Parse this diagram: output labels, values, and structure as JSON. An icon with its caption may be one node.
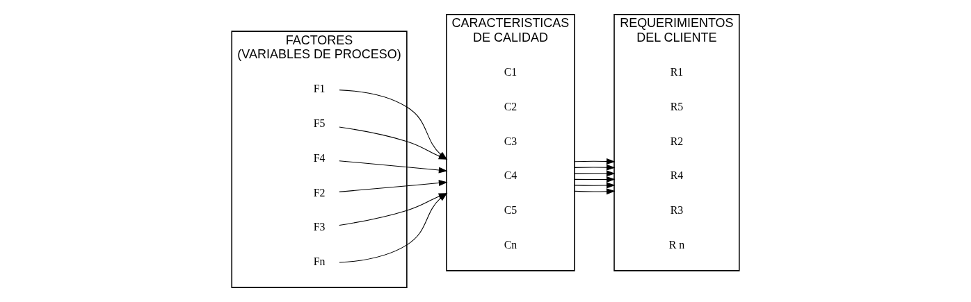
{
  "diagram": {
    "nodes": [
      {
        "text": [
          "FACTORES",
          "(VARIABLES DE PROCESO)"
        ]
      },
      {
        "text": [
          "F1"
        ],
        "in": 0
      },
      {
        "text": [
          "F5"
        ],
        "in": 0
      },
      {
        "text": [
          "F4"
        ],
        "in": 0
      },
      {
        "text": [
          "F2"
        ],
        "in": 0
      },
      {
        "text": [
          "F3"
        ],
        "in": 0
      },
      {
        "text": [
          "Fn"
        ],
        "in": 0
      },
      {
        "text": [
          "CARACTERISTICAS",
          "DE CALIDAD"
        ]
      },
      {
        "text": [
          "C1"
        ],
        "in": 7
      },
      {
        "text": [
          "C2"
        ],
        "in": 7
      },
      {
        "text": [
          "C3"
        ],
        "in": 7
      },
      {
        "text": [
          "C4"
        ],
        "in": 7
      },
      {
        "text": [
          "C5"
        ],
        "in": 7
      },
      {
        "text": [
          "Cn"
        ],
        "in": 7
      },
      {
        "text": [
          "REQUERIMIENTOS",
          "DEL CLIENTE"
        ]
      },
      {
        "text": [
          "R1"
        ],
        "in": 14
      },
      {
        "text": [
          "R5"
        ],
        "in": 14
      },
      {
        "text": [
          "R2"
        ],
        "in": 14
      },
      {
        "text": [
          "R4"
        ],
        "in": 14
      },
      {
        "text": [
          "R3"
        ],
        "in": 14
      },
      {
        "text": [
          "R n"
        ],
        "in": 14
      }
    ],
    "edges": [
      {
        "from": 1,
        "to": 7,
        "arrow": "to"
      },
      {
        "from": 2,
        "to": 7,
        "arrow": "to"
      },
      {
        "from": 3,
        "to": 7,
        "arrow": "to"
      },
      {
        "from": 4,
        "to": 7,
        "arrow": "to"
      },
      {
        "from": 5,
        "to": 7,
        "arrow": "to"
      },
      {
        "from": 6,
        "to": 7,
        "arrow": "to"
      },
      {
        "from": 7,
        "to": 14,
        "arrow": "to"
      },
      {
        "from": 7,
        "to": 14,
        "arrow": "to"
      },
      {
        "from": 7,
        "to": 14,
        "arrow": "to"
      },
      {
        "from": 7,
        "to": 14,
        "arrow": "to"
      },
      {
        "from": 7,
        "to": 14,
        "arrow": "to"
      },
      {
        "from": 7,
        "to": 14,
        "arrow": "to"
      }
    ]
  }
}
